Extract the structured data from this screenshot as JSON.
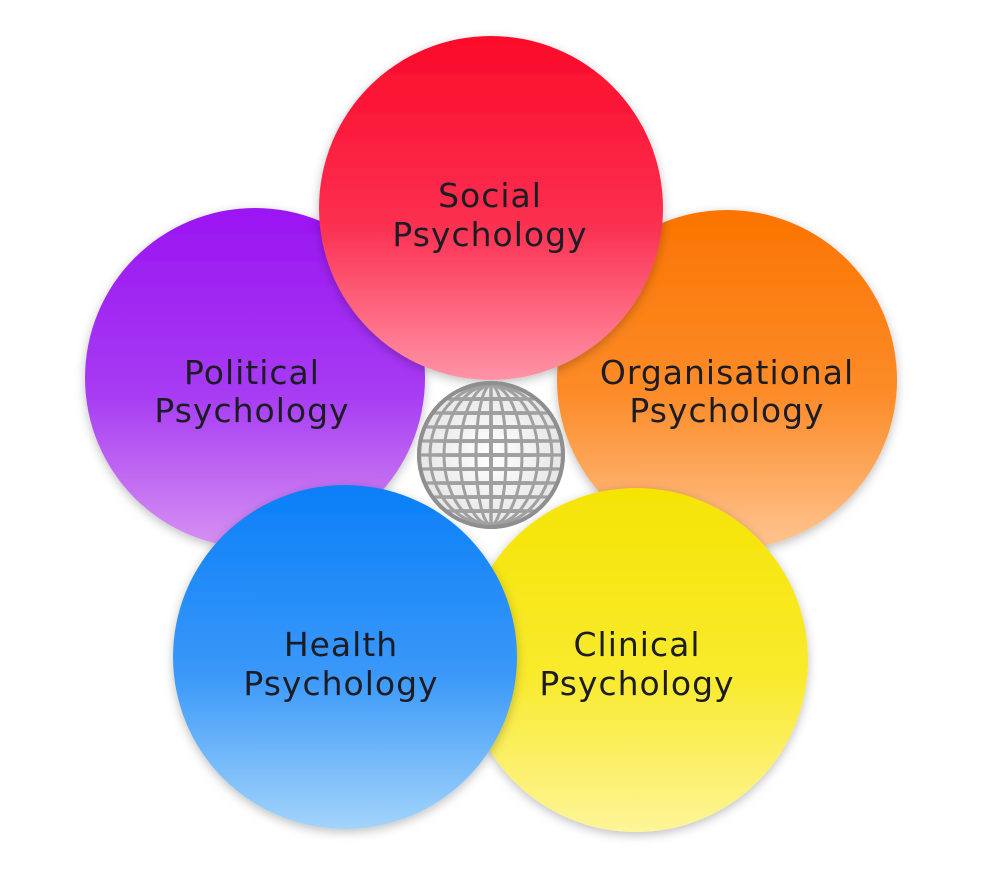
{
  "diagram": {
    "circles": [
      {
        "id": "political",
        "line1": "Political",
        "line2": "Psychology",
        "color_top": "#9a14f2",
        "color_bottom": "#d692f2"
      },
      {
        "id": "social",
        "line1": "Social",
        "line2": "Psychology",
        "color_top": "#fb0a2a",
        "color_bottom": "#ff8ea2"
      },
      {
        "id": "organisational",
        "line1": "Organisational",
        "line2": "Psychology",
        "color_top": "#fb7400",
        "color_bottom": "#ffc08e"
      },
      {
        "id": "health",
        "line1": "Health",
        "line2": "Psychology",
        "color_top": "#0a7ff8",
        "color_bottom": "#9ed2fb"
      },
      {
        "id": "clinical",
        "line1": "Clinical",
        "line2": "Psychology",
        "color_top": "#f6e404",
        "color_bottom": "#fdf38e"
      }
    ],
    "center_icon": "wireframe-globe-icon"
  }
}
